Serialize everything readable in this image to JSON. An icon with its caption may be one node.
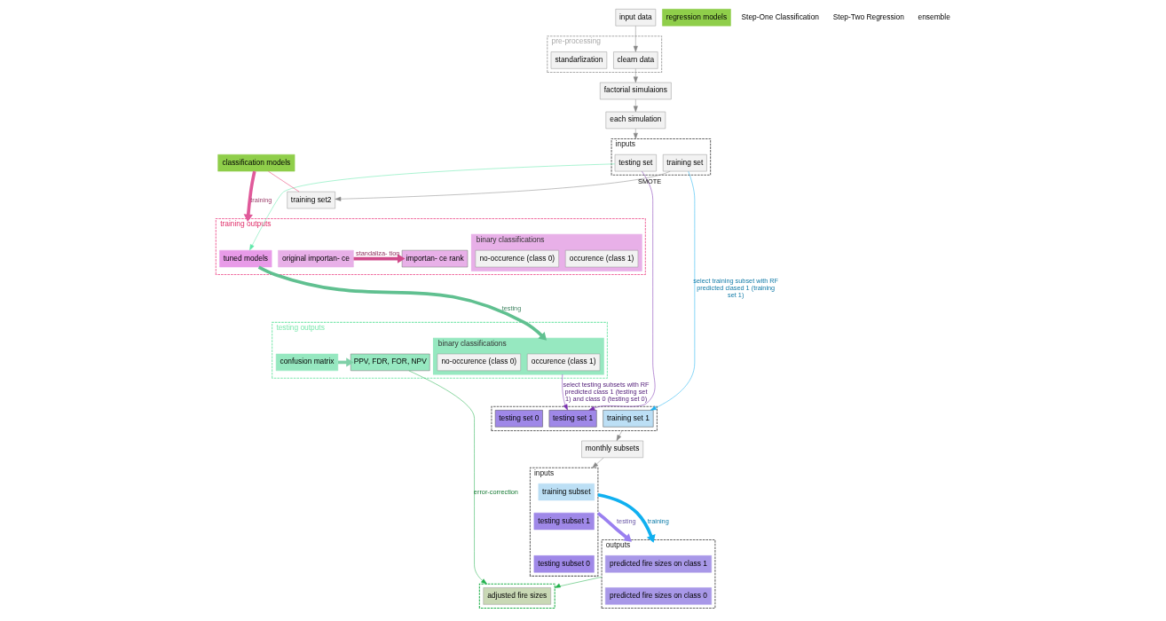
{
  "diagram": {
    "nodes": [
      {
        "text": [
          "input data"
        ]
      },
      {
        "text": [
          "pre-processing"
        ]
      },
      {
        "text": [
          "clearn data"
        ],
        "in": 1
      },
      {
        "text": [
          "standarlization"
        ],
        "in": 1
      },
      {
        "text": [
          "factorial simulaions"
        ]
      },
      {
        "text": [
          "each simulation"
        ]
      },
      {
        "text": [
          "inputs"
        ]
      },
      {
        "text": [
          "testing set"
        ],
        "in": 6
      },
      {
        "text": [
          "training set"
        ],
        "in": 6
      },
      {
        "text": [
          "classification models"
        ]
      },
      {
        "text": [
          "training set2"
        ]
      },
      {
        "text": [
          "training outputs"
        ]
      },
      {
        "text": [
          "tuned models"
        ],
        "in": 11
      },
      {
        "text": [
          "binary classifications"
        ],
        "in": 11
      },
      {
        "text": [
          "occurence (class 1)"
        ],
        "in": 13
      },
      {
        "text": [
          "no-occurence (class 0)"
        ],
        "in": 13
      },
      {
        "text": [
          "original importan- ce"
        ],
        "in": 11
      },
      {
        "text": [
          "importan- ce rank"
        ],
        "in": 11
      },
      {
        "text": [
          "testing outputs"
        ]
      },
      {
        "text": [
          "binary classifications"
        ],
        "in": 18
      },
      {
        "text": [
          "occurence (class 1)"
        ],
        "in": 19
      },
      {
        "text": [
          "no-occurence (class 0)"
        ],
        "in": 19
      },
      {
        "text": [
          "confusion matrix"
        ],
        "in": 18
      },
      {
        "text": [
          "PPV, FDR, FOR, NPV"
        ],
        "in": 18
      },
      {
        "text": [],
        "shape": "box"
      },
      {
        "text": [
          "training set 1"
        ],
        "in": 24
      },
      {
        "text": [
          "testing set 1"
        ],
        "in": 24
      },
      {
        "text": [
          "testing set 0"
        ],
        "in": 24
      },
      {
        "text": [
          "monthly subsets"
        ]
      },
      {
        "text": [
          "inputs"
        ]
      },
      {
        "text": [
          "training subset"
        ],
        "in": 29
      },
      {
        "text": [
          "testing subset 1"
        ],
        "in": 29
      },
      {
        "text": [
          "testing subset 0"
        ],
        "in": 29
      },
      {
        "text": [
          "regression models"
        ]
      },
      {
        "text": [
          "outputs"
        ]
      },
      {
        "text": [
          "predicted fire sizes on class 1"
        ],
        "in": 34
      },
      {
        "text": [
          "predicted fire sizes on class 0"
        ],
        "in": 34
      },
      {
        "text": [],
        "shape": "box"
      },
      {
        "text": [
          "adjusted fire sizes"
        ],
        "in": 37
      }
    ],
    "edges": [
      {
        "from": 0,
        "to": 2,
        "arrow": "to"
      },
      {
        "from": 2,
        "to": 4,
        "arrow": "to"
      },
      {
        "from": 4,
        "to": 5,
        "arrow": "to"
      },
      {
        "from": 5,
        "to": 6,
        "arrow": "to"
      },
      {
        "from": 8,
        "to": 10,
        "arrow": "to",
        "label": "SMOTE"
      },
      {
        "from": 9,
        "to": 10,
        "arrow": "none",
        "color": "#e8336b"
      },
      {
        "from": 9,
        "to": 11,
        "arrow": "to",
        "label": "training",
        "style": "thick",
        "color": "#e05a9a"
      },
      {
        "from": 7,
        "to": 12,
        "arrow": "to",
        "color": "#5ee8a8"
      },
      {
        "from": 8,
        "to": 25,
        "arrow": "to",
        "label": "select training subset with RF predicted clased 1 (training set 1)",
        "color": "#1ab0f0"
      },
      {
        "from": 19,
        "to": 26,
        "arrow": "to",
        "label": "select testing subsets with RF predicted class 1 (testing set 1) and class 0 (testing set 0)",
        "color": "#7a30b0"
      },
      {
        "from": 7,
        "to": 26,
        "arrow": "to",
        "color": "#7a30b0"
      },
      {
        "from": 12,
        "to": 19,
        "arrow": "to",
        "label": "testing",
        "style": "thick",
        "color": "#60c090"
      },
      {
        "from": 16,
        "to": 17,
        "arrow": "to",
        "label": "standaliza- tion",
        "style": "thick",
        "color": "#d04a8a"
      },
      {
        "from": 22,
        "to": 23,
        "arrow": "to",
        "style": "thick",
        "color": "#80d0a8"
      },
      {
        "from": 23,
        "to": 37,
        "arrow": "to",
        "label": "error-correction",
        "color": "#22b14c"
      },
      {
        "from": 24,
        "to": 28,
        "arrow": "to"
      },
      {
        "from": 28,
        "to": 29,
        "arrow": "to"
      },
      {
        "from": 29,
        "to": 34,
        "arrow": "to",
        "label": "training",
        "style": "thick",
        "color": "#10b0f0"
      },
      {
        "from": 29,
        "to": 34,
        "arrow": "to",
        "label": "testing",
        "style": "thick",
        "color": "#9a80f0"
      },
      {
        "from": 34,
        "to": 37,
        "arrow": "to",
        "color": "#22b14c"
      }
    ],
    "labels": [
      "Step-One Classification",
      "Step-Two Regression",
      "ensemble"
    ]
  }
}
